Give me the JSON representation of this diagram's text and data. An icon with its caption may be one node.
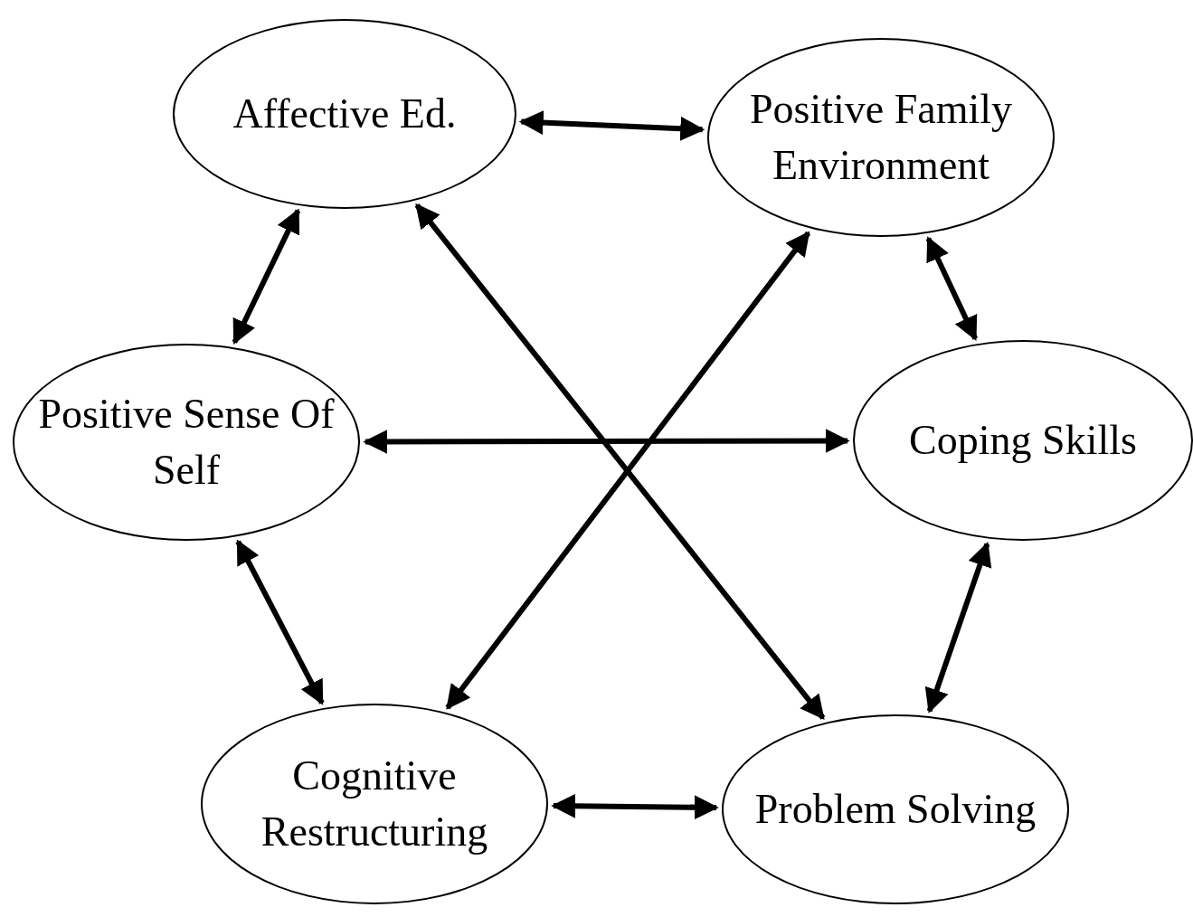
{
  "diagram": {
    "nodes": [
      {
        "text": [
          "Affective Ed."
        ]
      },
      {
        "text": [
          "Positive Family Environment"
        ]
      },
      {
        "text": [
          "Positive Sense Of Self"
        ]
      },
      {
        "text": [
          "Coping Skills"
        ]
      },
      {
        "text": [
          "Cognitive Restructuring"
        ]
      },
      {
        "text": [
          "Problem Solving"
        ]
      }
    ],
    "edges": [
      {
        "from": 0,
        "to": 1,
        "arrow": "both"
      },
      {
        "from": 0,
        "to": 2,
        "arrow": "both"
      },
      {
        "from": 1,
        "to": 3,
        "arrow": "both"
      },
      {
        "from": 0,
        "to": 5,
        "arrow": "both"
      },
      {
        "from": 1,
        "to": 4,
        "arrow": "both"
      },
      {
        "from": 2,
        "to": 3,
        "arrow": "both"
      },
      {
        "from": 2,
        "to": 4,
        "arrow": "both"
      },
      {
        "from": 3,
        "to": 5,
        "arrow": "both"
      },
      {
        "from": 4,
        "to": 5,
        "arrow": "both"
      }
    ]
  }
}
